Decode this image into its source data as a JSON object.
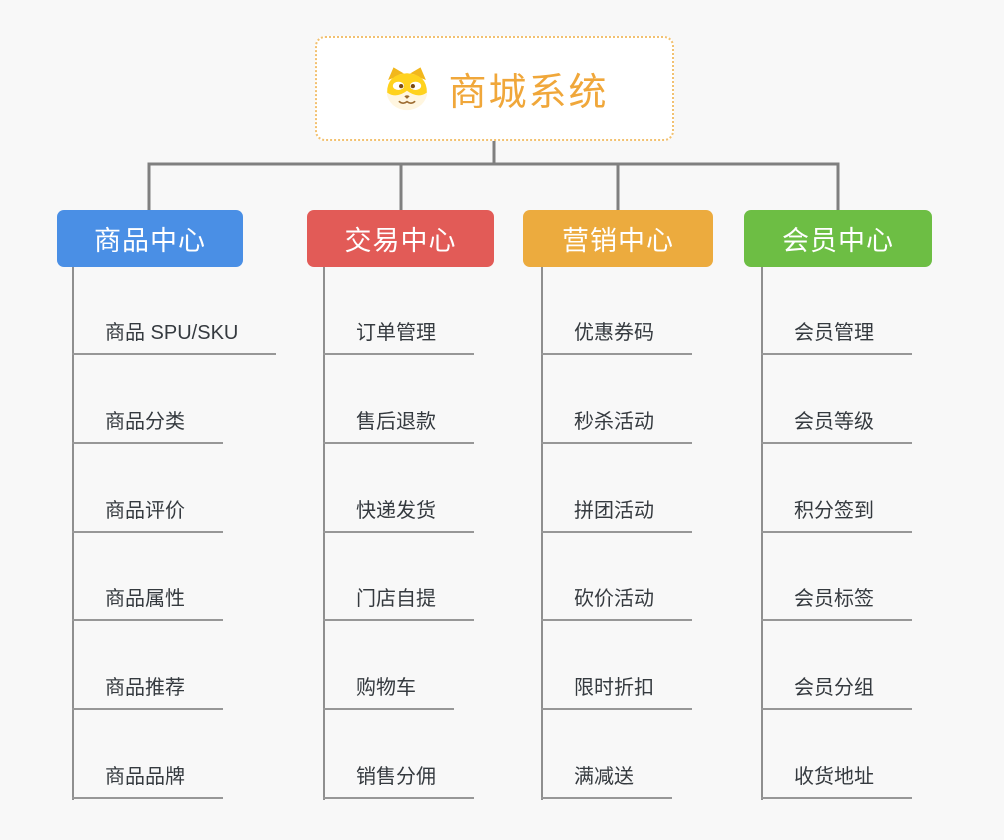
{
  "background_color": "#F8F8F8",
  "connector_color": "#808080",
  "underline_color": "#979797",
  "root": {
    "title": "商城系统",
    "title_color": "#F0A73A",
    "border_color": "#F2C170",
    "icon": "dog-face-icon"
  },
  "branches": [
    {
      "label": "商品中心",
      "color": "#4A8FE5",
      "items": [
        "商品 SPU/SKU",
        "商品分类",
        "商品评价",
        "商品属性",
        "商品推荐",
        "商品品牌"
      ]
    },
    {
      "label": "交易中心",
      "color": "#E25B57",
      "items": [
        "订单管理",
        "售后退款",
        "快递发货",
        "门店自提",
        "购物车",
        "销售分佣"
      ]
    },
    {
      "label": "营销中心",
      "color": "#ECAB3E",
      "items": [
        "优惠券码",
        "秒杀活动",
        "拼团活动",
        "砍价活动",
        "限时折扣",
        "满减送"
      ]
    },
    {
      "label": "会员中心",
      "color": "#6DBE44",
      "items": [
        "会员管理",
        "会员等级",
        "积分签到",
        "会员标签",
        "会员分组",
        "收货地址"
      ]
    }
  ]
}
